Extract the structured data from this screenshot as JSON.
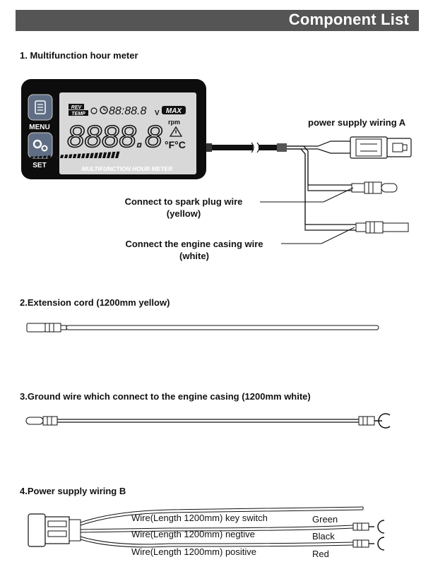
{
  "header": {
    "title": "Component List"
  },
  "section1": {
    "title": "1. Multifunction hour meter",
    "device": {
      "menu_label": "MENU",
      "set_label": "SET",
      "rev_label": "REV",
      "temp_label": "TEMP",
      "top_digits": "88:88.8",
      "volt_unit": "V",
      "max_label": "MAX",
      "main_digits": "8888.8",
      "rpm_label": "rpm",
      "temp_unit": "°F°C",
      "bottom_caption": "MULTIFUNCTION HOUR METER"
    },
    "power_label": "power supply wiring A",
    "spark_label_line1": "Connect to spark plug wire",
    "spark_label_line2": "(yellow)",
    "casing_label_line1": "Connect the engine casing wire",
    "casing_label_line2": "(white)"
  },
  "section2": {
    "title": "2.Extension cord  (1200mm yellow)"
  },
  "section3": {
    "title": "3.Ground wire which connect  to the engine casing (1200mm  white)"
  },
  "section4": {
    "title": "4.Power supply wiring B",
    "wires": [
      {
        "desc": "Wire(Length 1200mm) key switch",
        "color": "Green"
      },
      {
        "desc": "Wire(Length 1200mm) negtive",
        "color": "Black"
      },
      {
        "desc": "Wire(Length 1200mm) positive",
        "color": "Red"
      }
    ]
  }
}
